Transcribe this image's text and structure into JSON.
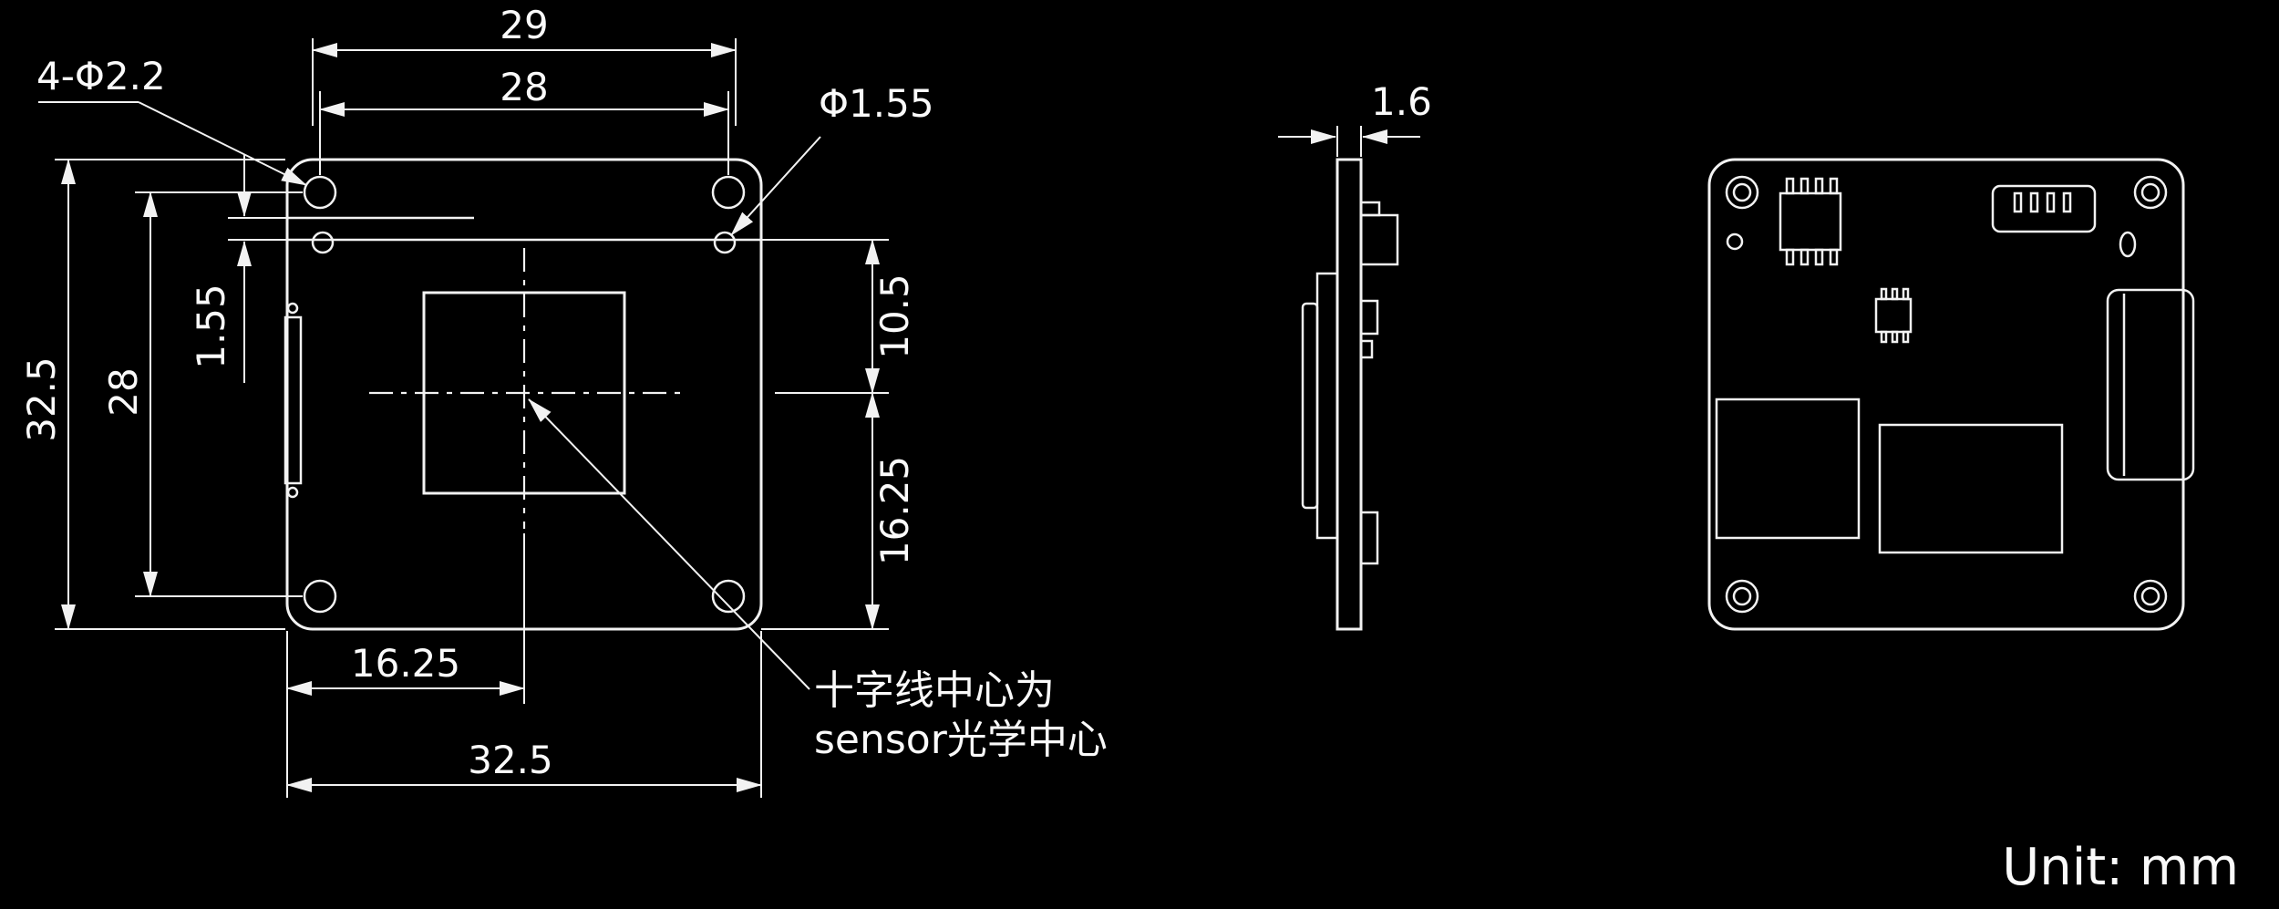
{
  "front_view": {
    "dim_top_outer": "29",
    "dim_top_inner": "28",
    "label_corner_holes": "4-Φ2.2",
    "label_small_hole": "Φ1.55",
    "dim_left_outer": "32.5",
    "dim_left_inner": "28",
    "dim_left_small": "1.55",
    "dim_right_upper": "10.5",
    "dim_right_lower": "16.25",
    "dim_bottom_inner": "16.25",
    "dim_bottom_outer": "32.5",
    "annotation_line1": "十字线中心为",
    "annotation_line2": "sensor光学中心"
  },
  "side_view": {
    "dim_thickness": "1.6"
  },
  "footer": {
    "unit_label": "Unit: mm"
  },
  "colors": {
    "background": "#000000",
    "line": "#f2f2f2",
    "text": "#fafafa"
  }
}
